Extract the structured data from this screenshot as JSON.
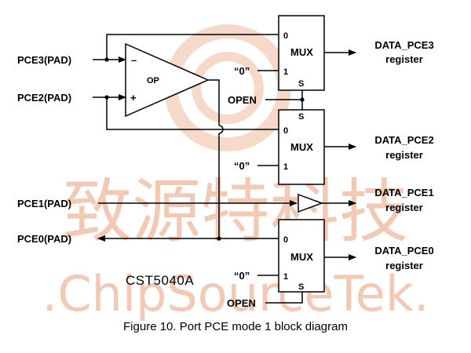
{
  "watermark": {
    "cn": "致源特科技",
    "en": ".ChipSourceTek."
  },
  "inputs": {
    "pce3": "PCE3(PAD)",
    "pce2": "PCE2(PAD)",
    "pce1": "PCE1(PAD)",
    "pce0": "PCE0(PAD)"
  },
  "opamp": {
    "label": "OP",
    "minus": "–",
    "plus": "+"
  },
  "mux": {
    "label": "MUX",
    "in0": "0",
    "in1": "1",
    "sel": "S",
    "zero": "“0”"
  },
  "open_label": "OPEN",
  "outputs": {
    "pce3": {
      "name": "DATA_PCE3",
      "sub": "register"
    },
    "pce2": {
      "name": "DATA_PCE2",
      "sub": "register"
    },
    "pce1": {
      "name": "DATA_PCE1",
      "sub": "register"
    },
    "pce0": {
      "name": "DATA_PCE0",
      "sub": "register"
    }
  },
  "part_number": "CST5040A",
  "caption": "Figure 10. Port PCE mode 1 block diagram"
}
